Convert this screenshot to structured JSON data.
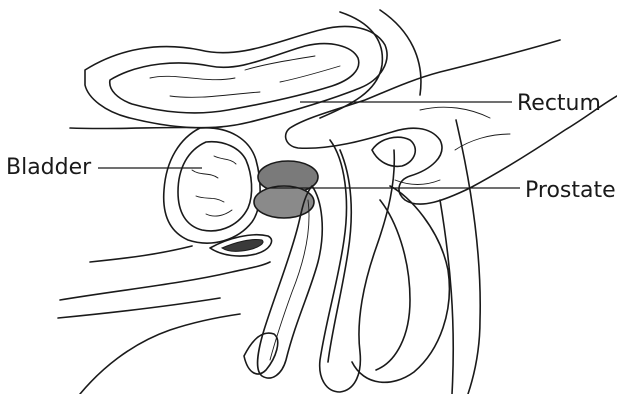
{
  "labels": {
    "rectum": "Rectum",
    "bladder": "Bladder",
    "prostate": "Prostate"
  },
  "colors": {
    "ink": "#1a1a1a",
    "prostate_fill": "#7a7a7a",
    "background": "#ffffff"
  }
}
